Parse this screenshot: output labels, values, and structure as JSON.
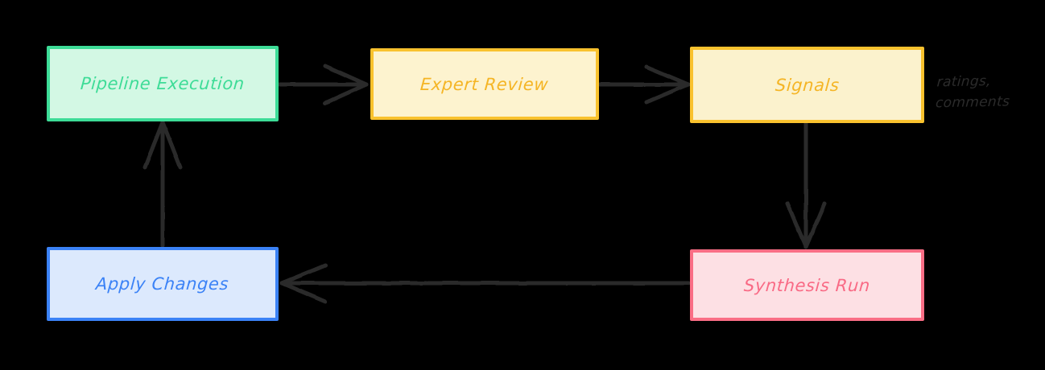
{
  "diagram": {
    "title": "Pipeline feedback loop flowchart",
    "background_color": "#000000",
    "style": "hand-drawn",
    "nodes": [
      {
        "id": "pipeline-execution",
        "label": "Pipeline Execution",
        "fill": "#d3f8e4",
        "stroke": "#3ddc97",
        "text_color": "#3ddc97"
      },
      {
        "id": "expert-review",
        "label": "Expert Review",
        "fill": "#fdf3cf",
        "stroke": "#f9c22e",
        "text_color": "#f5b525"
      },
      {
        "id": "signals",
        "label": "Signals",
        "fill": "#fbf2cd",
        "stroke": "#f9c22e",
        "text_color": "#f5b525"
      },
      {
        "id": "apply-changes",
        "label": "Apply Changes",
        "fill": "#dce9fd",
        "stroke": "#3b82f6",
        "text_color": "#3b82f6"
      },
      {
        "id": "synthesis-run",
        "label": "Synthesis Run",
        "fill": "#fde0e4",
        "stroke": "#fa6e85",
        "text_color": "#f96a85"
      }
    ],
    "edges": [
      {
        "id": "pipeline-to-review",
        "from": "pipeline-execution",
        "to": "expert-review",
        "label": "",
        "color": "#2b2b2b"
      },
      {
        "id": "review-to-signals",
        "from": "expert-review",
        "to": "signals",
        "label": "",
        "color": "#2b2b2b"
      },
      {
        "id": "signals-to-synthesis",
        "from": "signals",
        "to": "synthesis-run",
        "label": "",
        "color": "#2b2b2b"
      },
      {
        "id": "synthesis-to-apply",
        "from": "synthesis-run",
        "to": "apply-changes",
        "label": "",
        "color": "#2b2b2b"
      },
      {
        "id": "apply-to-pipeline",
        "from": "apply-changes",
        "to": "pipeline-execution",
        "label": "",
        "color": "#2b2b2b"
      }
    ],
    "annotations": [
      {
        "id": "signals-annotation",
        "line1": "ratings,",
        "line2": "comments",
        "color": "#2b2b2b"
      }
    ]
  }
}
